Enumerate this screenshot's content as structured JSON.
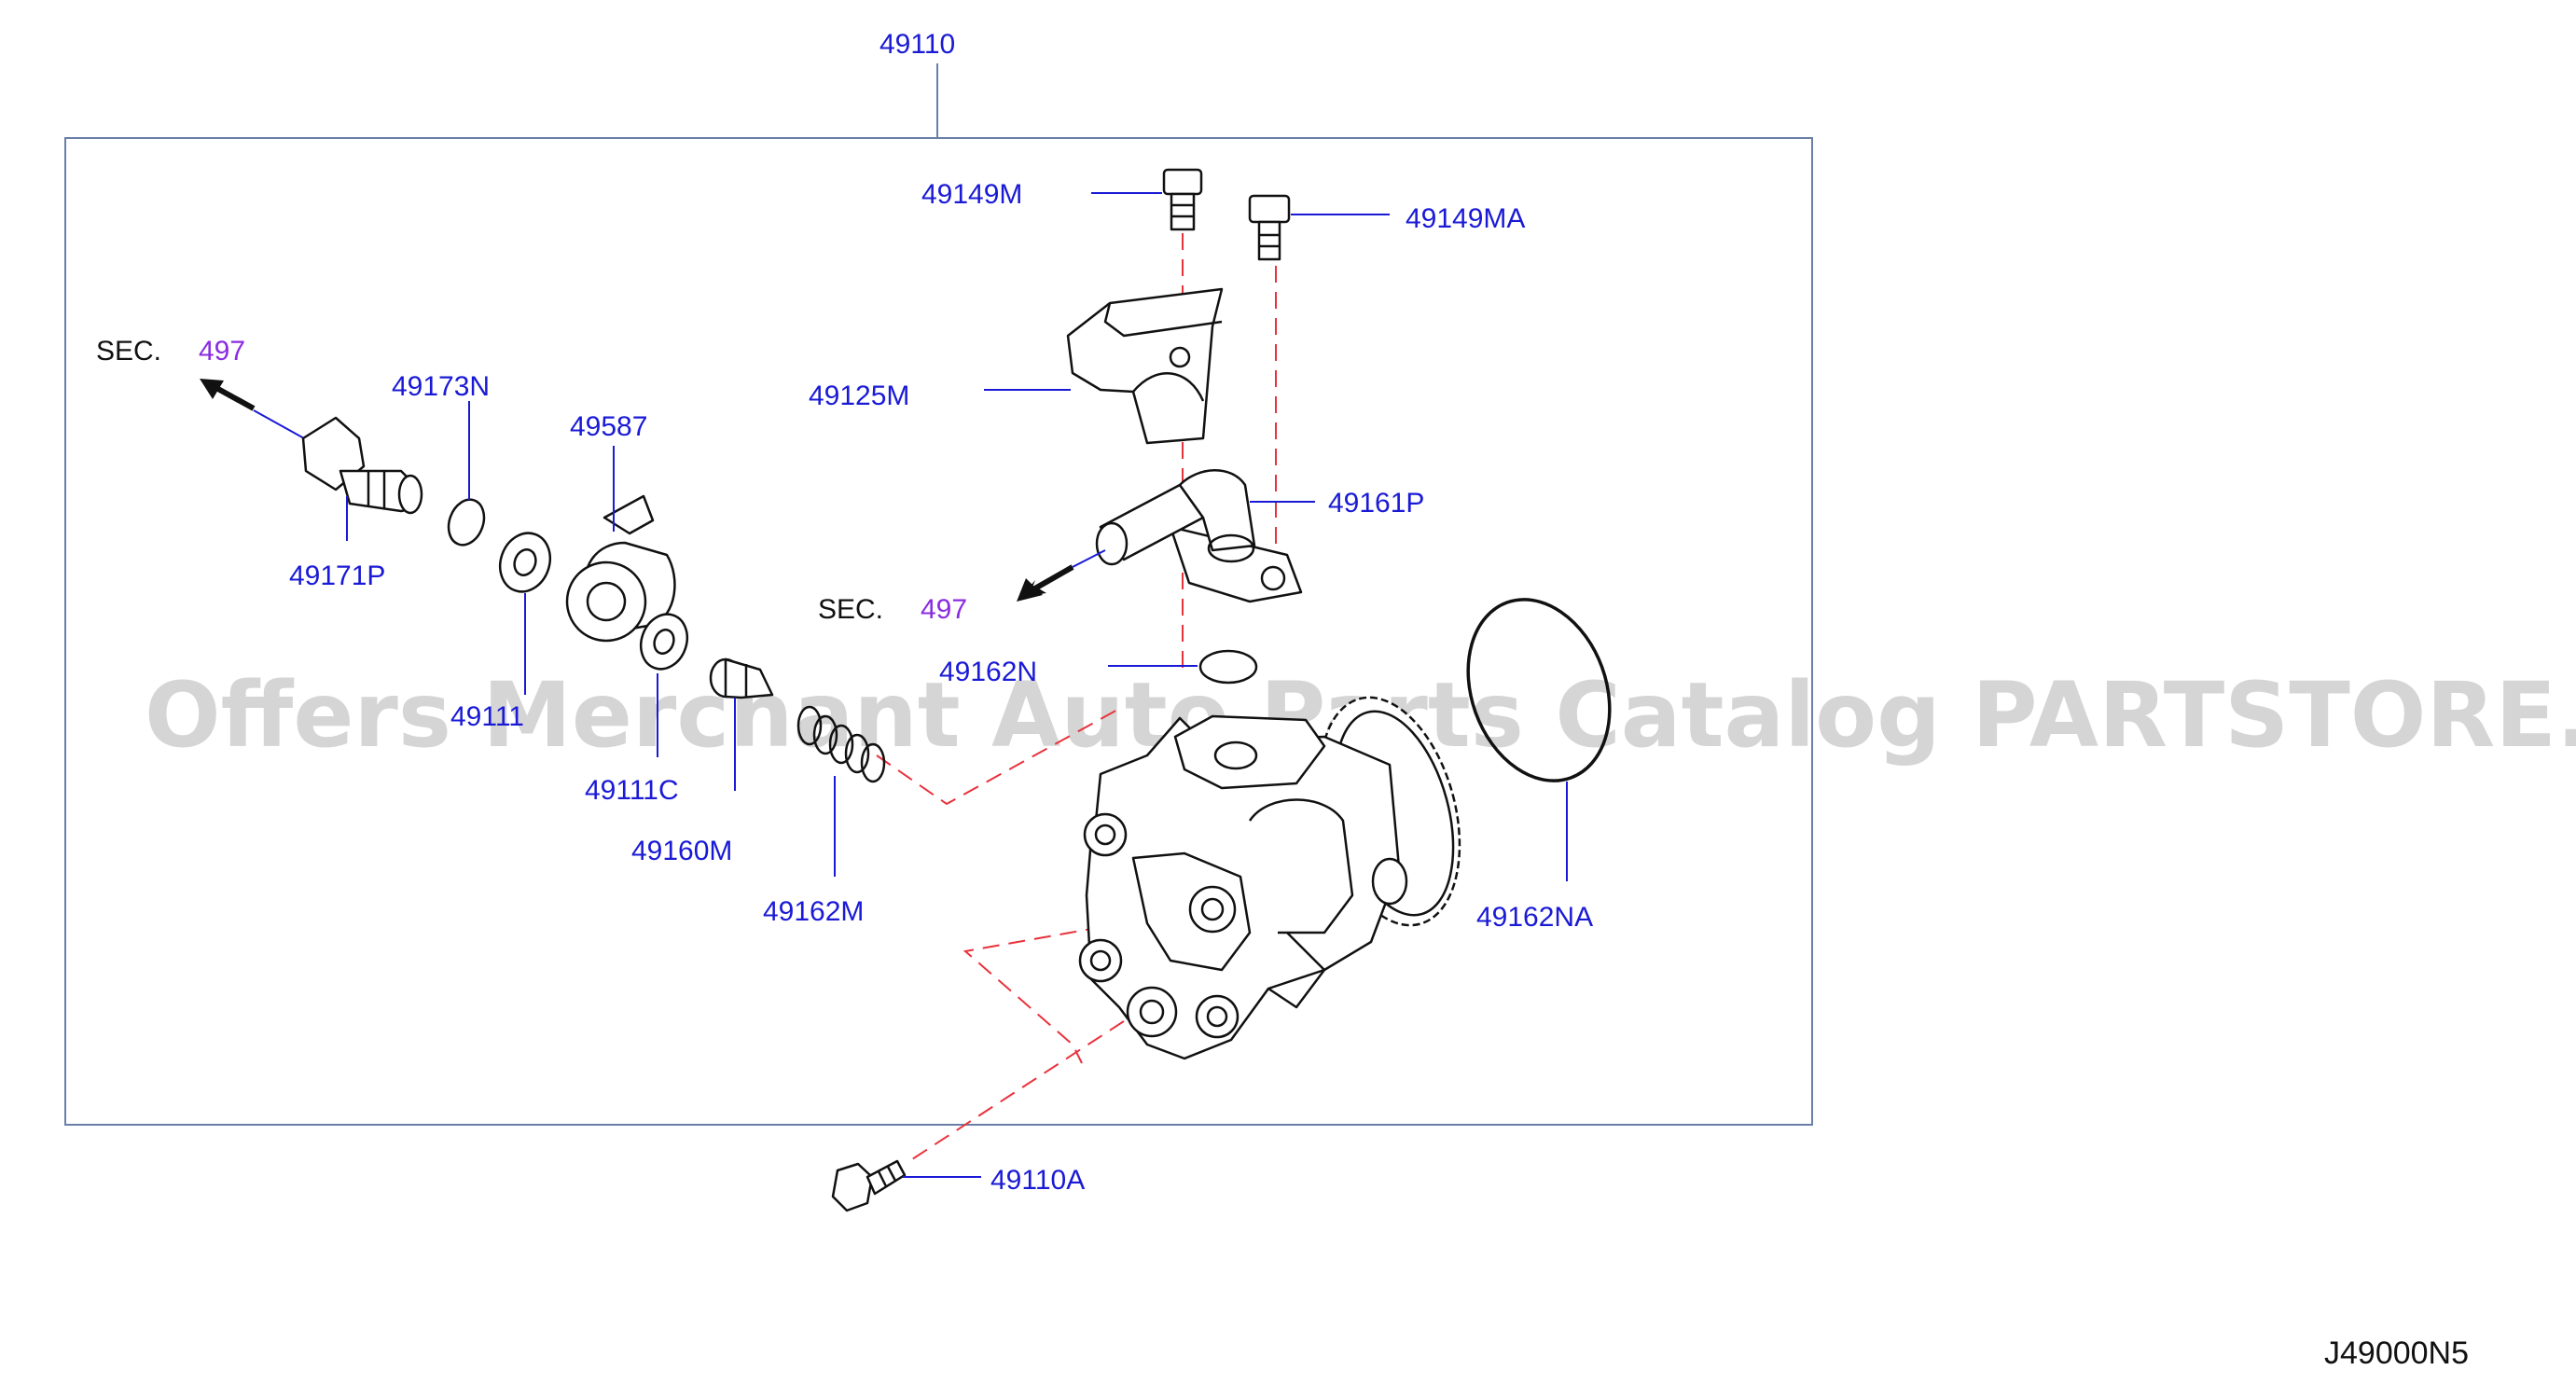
{
  "diagram": {
    "frame_label": "49110",
    "diagram_code": "J49000N5",
    "watermark": "Offers Merchant Auto Parts Catalog PARTSTORE.SA",
    "sec_refs": [
      {
        "prefix": "SEC.",
        "ref": "497"
      },
      {
        "prefix": "SEC.",
        "ref": "497"
      }
    ],
    "parts": {
      "p49149M": "49149M",
      "p49149MA": "49149MA",
      "p49125M": "49125M",
      "p49161P": "49161P",
      "p49173N": "49173N",
      "p49587": "49587",
      "p49171P": "49171P",
      "p49162N": "49162N",
      "p49111": "49111",
      "p49111C": "49111C",
      "p49160M": "49160M",
      "p49162M": "49162M",
      "p49162NA": "49162NA",
      "p49110A": "49110A"
    },
    "colors": {
      "label": "#1a1ad6",
      "section_ref": "#8a2be2",
      "guide_dash": "#e8323c",
      "frame": "#6a7fa8",
      "watermark": "#c8c8c8"
    }
  }
}
